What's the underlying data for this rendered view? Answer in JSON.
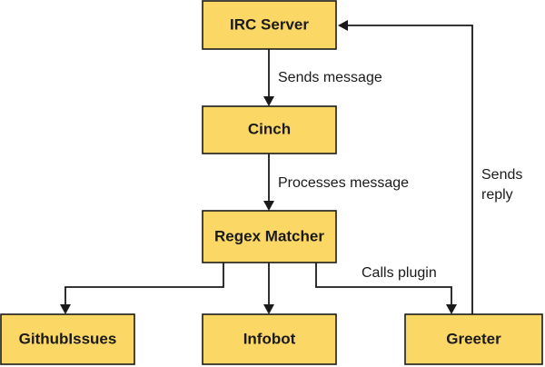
{
  "colors": {
    "node_fill": "#fbd766",
    "node_border": "#1a1a1a",
    "line": "#1a1a1a"
  },
  "nodes": {
    "irc_server": "IRC Server",
    "cinch": "Cinch",
    "regex_matcher": "Regex Matcher",
    "github_issues": "GithubIssues",
    "infobot": "Infobot",
    "greeter": "Greeter"
  },
  "edges": {
    "sends_message": "Sends message",
    "processes_message": "Processes message",
    "calls_plugin": "Calls plugin",
    "sends_reply_line1": "Sends",
    "sends_reply_line2": "reply"
  }
}
